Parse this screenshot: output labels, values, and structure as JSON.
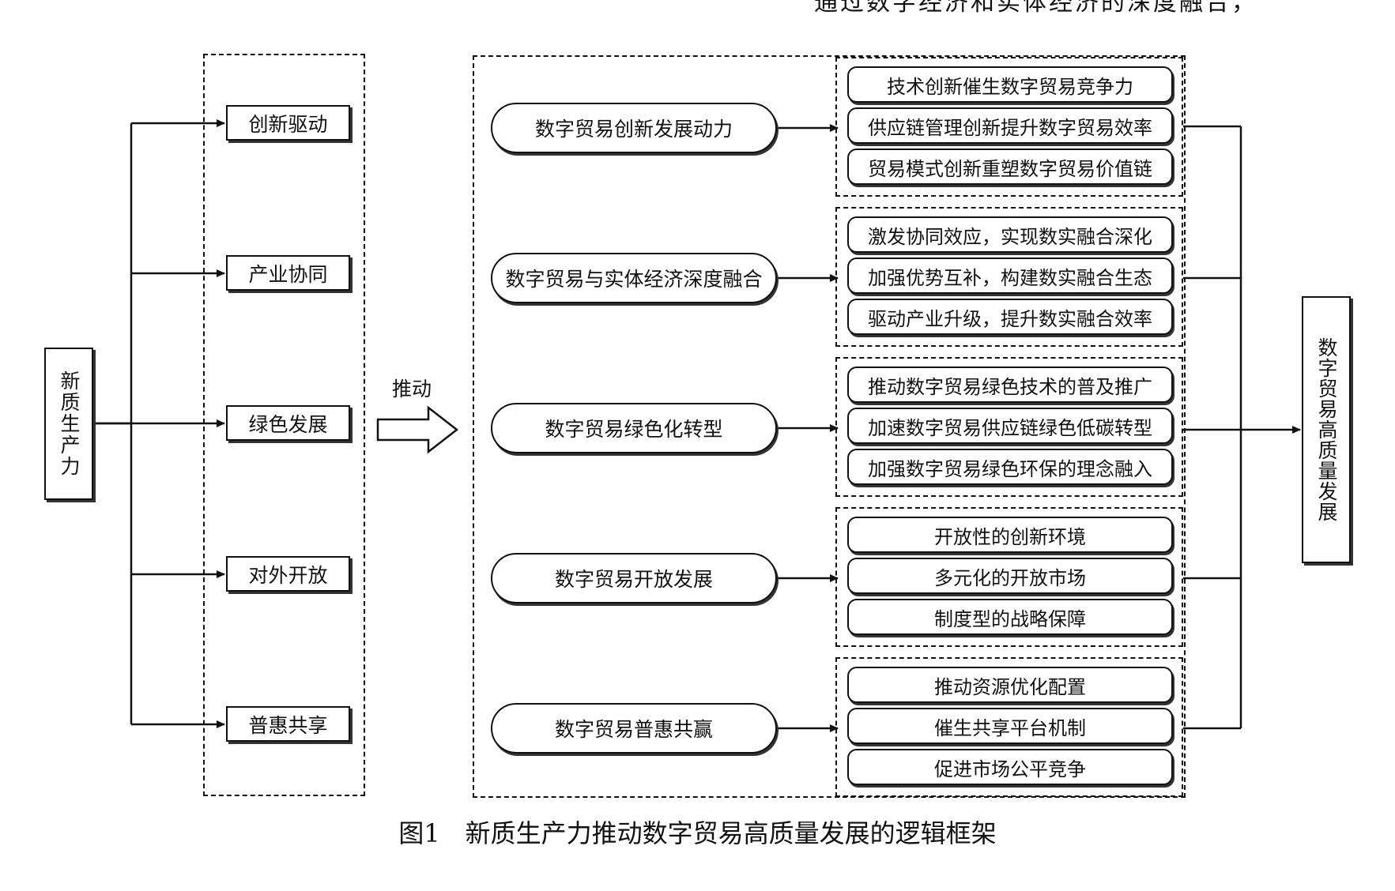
{
  "header_fragment": "通过数字经济和实体经济的深度融合，",
  "source": "新质生产力",
  "factors": [
    "创新驱动",
    "产业协同",
    "绿色发展",
    "对外开放",
    "普惠共享"
  ],
  "push_label": "推动",
  "paths": [
    {
      "label": "数字贸易创新发展动力",
      "outcomes": [
        "技术创新催生数字贸易竞争力",
        "供应链管理创新提升数字贸易效率",
        "贸易模式创新重塑数字贸易价值链"
      ]
    },
    {
      "label": "数字贸易与实体经济深度融合",
      "outcomes": [
        "激发协同效应，实现数实融合深化",
        "加强优势互补，构建数实融合生态",
        "驱动产业升级，提升数实融合效率"
      ]
    },
    {
      "label": "数字贸易绿色化转型",
      "outcomes": [
        "推动数字贸易绿色技术的普及推广",
        "加速数字贸易供应链绿色低碳转型",
        "加强数字贸易绿色环保的理念融入"
      ]
    },
    {
      "label": "数字贸易开放发展",
      "outcomes": [
        "开放性的创新环境",
        "多元化的开放市场",
        "制度型的战略保障"
      ]
    },
    {
      "label": "数字贸易普惠共赢",
      "outcomes": [
        "推动资源优化配置",
        "催生共享平台机制",
        "促进市场公平竞争"
      ]
    }
  ],
  "target": "数字贸易高质量发展",
  "caption": "图1　新质生产力推动数字贸易高质量发展的逻辑框架"
}
